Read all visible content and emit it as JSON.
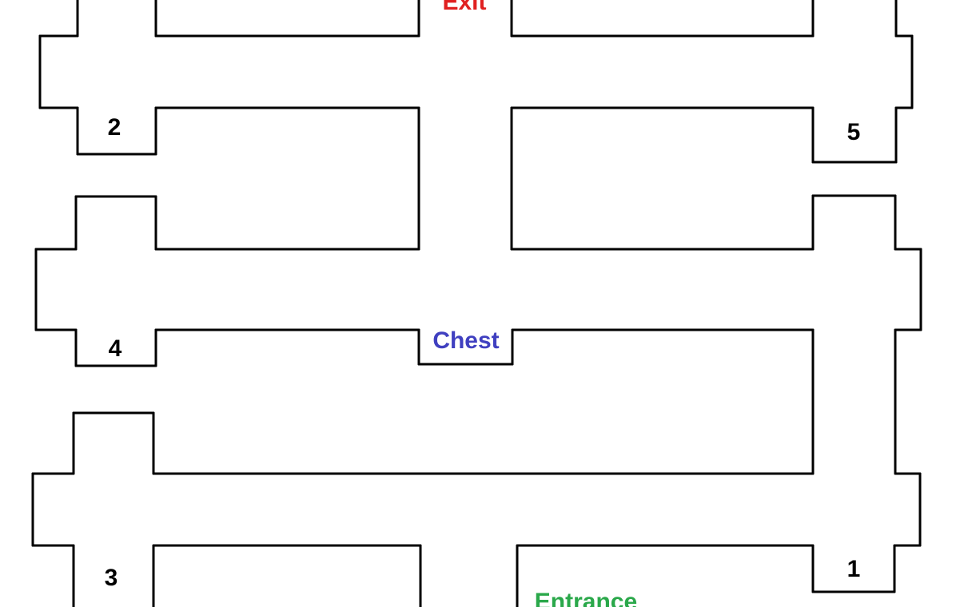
{
  "labels": {
    "exit": "Exit",
    "chest": "Chest",
    "entrance": "Entrance",
    "room_1": "1",
    "room_2": "2",
    "room_3": "3",
    "room_4": "4",
    "room_5": "5"
  },
  "colors": {
    "exit": "#e02020",
    "chest": "#4040c0",
    "entrance": "#2aa84a",
    "walls": "#000000",
    "room_numbers": "#000000"
  }
}
